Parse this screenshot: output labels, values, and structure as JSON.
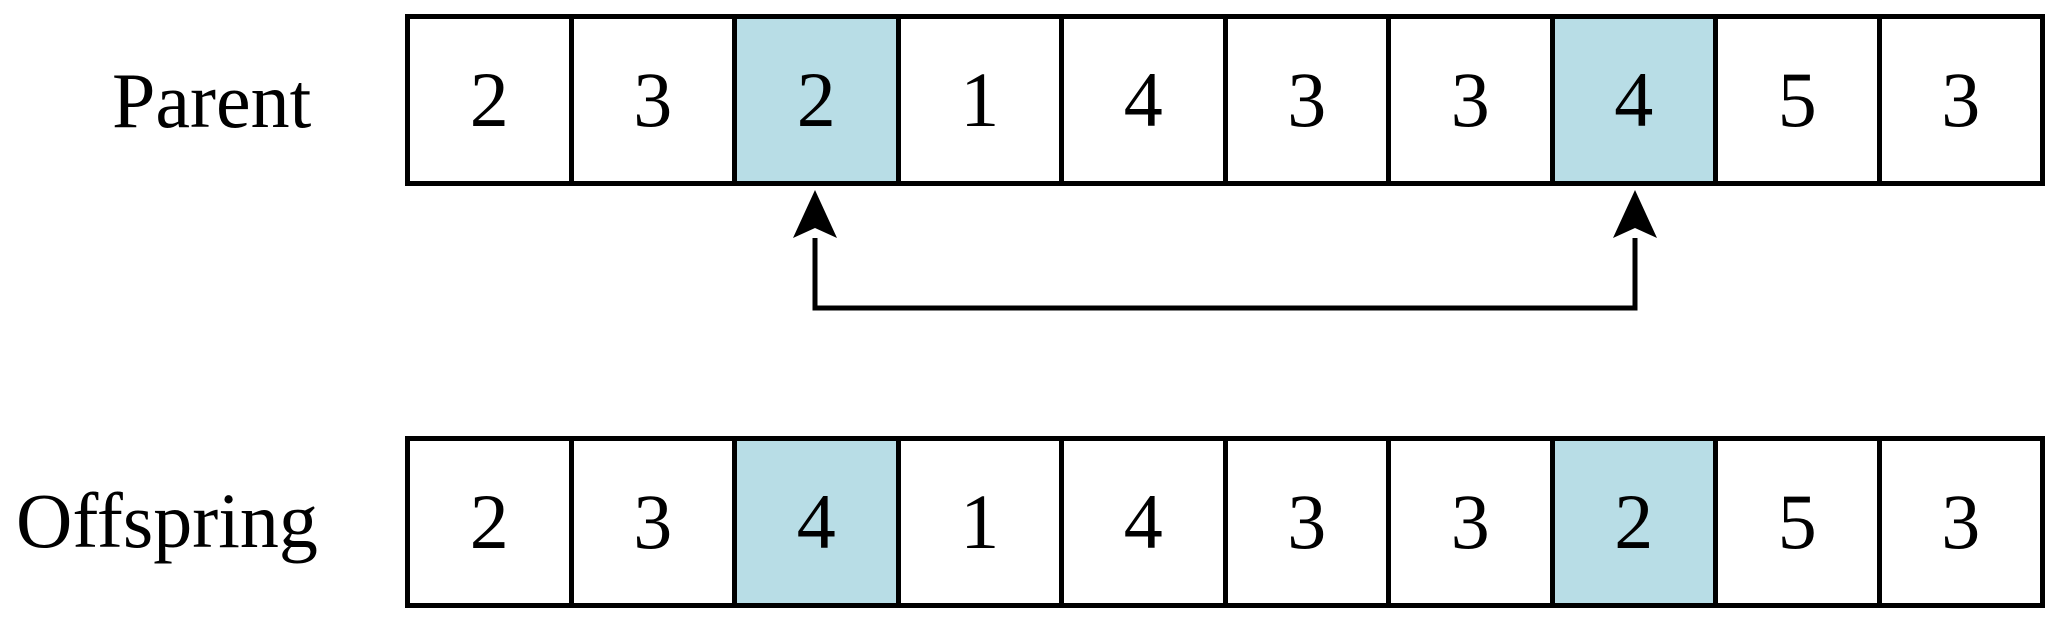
{
  "colors": {
    "highlight": "#b8dde6",
    "stroke": "#000000",
    "background": "#ffffff"
  },
  "parent": {
    "label": "Parent",
    "genes": [
      "2",
      "3",
      "2",
      "1",
      "4",
      "3",
      "3",
      "4",
      "5",
      "3"
    ]
  },
  "offspring": {
    "label": "Offspring",
    "genes": [
      "2",
      "3",
      "4",
      "1",
      "4",
      "3",
      "3",
      "2",
      "5",
      "3"
    ]
  },
  "swap": {
    "positions": [
      2,
      7
    ]
  }
}
